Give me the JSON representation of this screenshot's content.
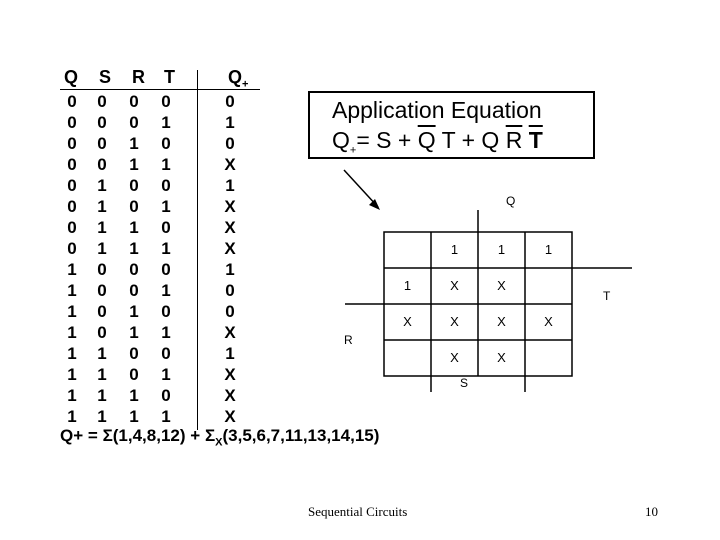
{
  "truth_table": {
    "headers": [
      "Q",
      "S",
      "R",
      "T",
      "Q+"
    ],
    "rows": [
      [
        "0",
        "0",
        "0",
        "0",
        "0"
      ],
      [
        "0",
        "0",
        "0",
        "1",
        "1"
      ],
      [
        "0",
        "0",
        "1",
        "0",
        "0"
      ],
      [
        "0",
        "0",
        "1",
        "1",
        "X"
      ],
      [
        "0",
        "1",
        "0",
        "0",
        "1"
      ],
      [
        "0",
        "1",
        "0",
        "1",
        "X"
      ],
      [
        "0",
        "1",
        "1",
        "0",
        "X"
      ],
      [
        "0",
        "1",
        "1",
        "1",
        "X"
      ],
      [
        "1",
        "0",
        "0",
        "0",
        "1"
      ],
      [
        "1",
        "0",
        "0",
        "1",
        "0"
      ],
      [
        "1",
        "0",
        "1",
        "0",
        "0"
      ],
      [
        "1",
        "0",
        "1",
        "1",
        "X"
      ],
      [
        "1",
        "1",
        "0",
        "0",
        "1"
      ],
      [
        "1",
        "1",
        "0",
        "1",
        "X"
      ],
      [
        "1",
        "1",
        "1",
        "0",
        "X"
      ],
      [
        "1",
        "1",
        "1",
        "1",
        "X"
      ]
    ]
  },
  "minterms": {
    "lhs": "Q+",
    "equals": "=",
    "sigma": "Σ",
    "ones": "(1,4,8,12)",
    "plus": "+",
    "dc_sub": "X",
    "dcs": "(3,5,6,7,11,13,14,15)"
  },
  "application_equation": {
    "title": "Application Equation",
    "lhs": "Q",
    "lhs_sub": "+",
    "eq": "= S + ",
    "t1_q": "Q",
    "t1_t": " T + Q ",
    "t2_r": "R",
    "t2_space": " ",
    "t2_t": "T"
  },
  "kmap": {
    "labels": {
      "Q": "Q",
      "T": "T",
      "R": "R",
      "S": "S"
    },
    "cells": [
      [
        "",
        "1",
        "1",
        "1"
      ],
      [
        "1",
        "X",
        "X",
        ""
      ],
      [
        "X",
        "X",
        "X",
        "X"
      ],
      [
        "",
        "X",
        "X",
        ""
      ]
    ]
  },
  "footer": {
    "title": "Sequential Circuits",
    "page": "10"
  }
}
